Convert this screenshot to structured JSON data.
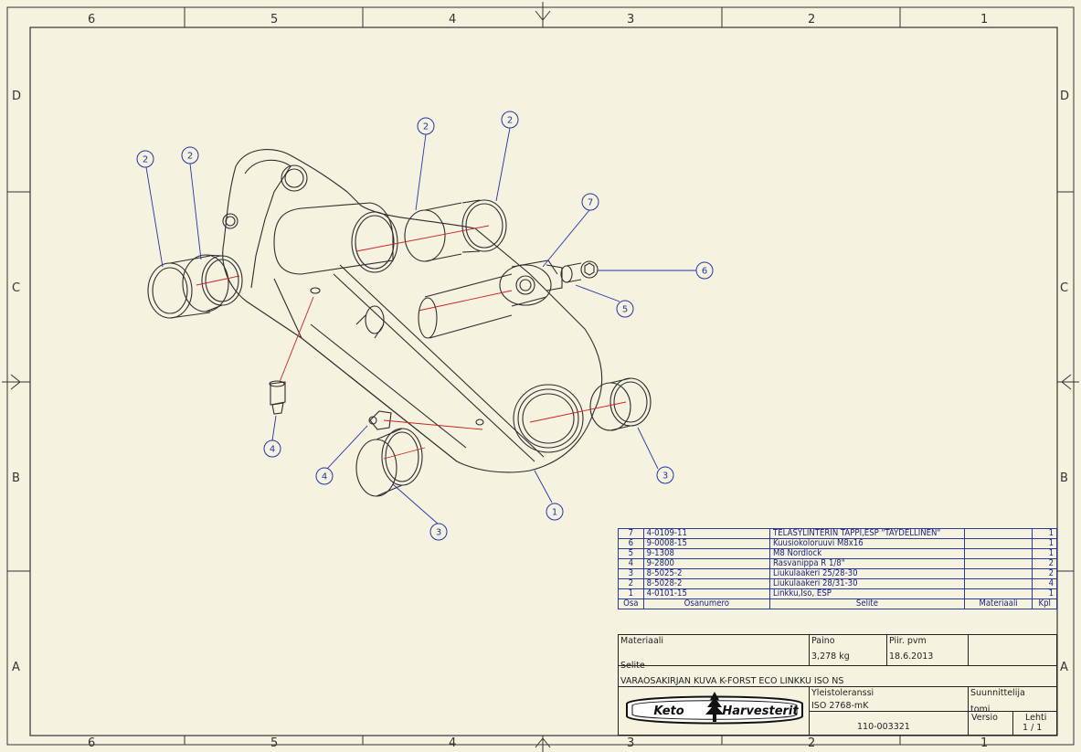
{
  "border": {
    "columns_top": [
      "6",
      "5",
      "4",
      "3",
      "2",
      "1"
    ],
    "columns_bottom": [
      "6",
      "5",
      "4",
      "3",
      "2",
      "1"
    ],
    "rows_left": [
      "D",
      "C",
      "B",
      "A"
    ],
    "rows_right": [
      "D",
      "C",
      "B",
      "A"
    ]
  },
  "drawing": {
    "balloons": [
      "2",
      "2",
      "2",
      "2",
      "7",
      "6",
      "5",
      "4",
      "4",
      "3",
      "3",
      "1"
    ],
    "line_color": "#2d2d2d",
    "leader_color": "#2233aa",
    "centerline_color": "#cc2222"
  },
  "parts_list": {
    "headers": {
      "osa": "Osa",
      "osanumero": "Osanumero",
      "selite": "Selite",
      "materiaali": "Materiaali",
      "kpl": "Kpl"
    },
    "rows": [
      {
        "osa": "7",
        "osanumero": "4-0109-11",
        "selite": "TELASYLINTERIN TAPPI,ESP \"TÄYDELLINEN\"",
        "materiaali": "",
        "kpl": "1"
      },
      {
        "osa": "6",
        "osanumero": "9-0008-15",
        "selite": "Kuusiokoloruuvi M8x16",
        "materiaali": "",
        "kpl": "1"
      },
      {
        "osa": "5",
        "osanumero": "9-1308",
        "selite": "M8 Nordlock",
        "materiaali": "",
        "kpl": "1"
      },
      {
        "osa": "4",
        "osanumero": "9-2800",
        "selite": "Rasvanippa R 1/8\"",
        "materiaali": "",
        "kpl": "2"
      },
      {
        "osa": "3",
        "osanumero": "8-5025-2",
        "selite": "Liukulaakeri 25/28-30",
        "materiaali": "",
        "kpl": "2"
      },
      {
        "osa": "2",
        "osanumero": "8-5028-2",
        "selite": "Liukulaakeri 28/31-30",
        "materiaali": "",
        "kpl": "4"
      },
      {
        "osa": "1",
        "osanumero": "4-0101-15",
        "selite": "Linkku,Iso, ESP",
        "materiaali": "",
        "kpl": "1"
      }
    ]
  },
  "title_block": {
    "materiaali_label": "Materiaali",
    "paino_label": "Paino",
    "paino_value": "3,278 kg",
    "piir_pvm_label": "Piir. pvm",
    "piir_pvm_value": "18.6.2013",
    "selite_label": "Selite",
    "selite_value": "VARAOSAKIRJAN KUVA K-FORST ECO LINKKU ISO NS",
    "yleistoleranssi_label": "Yleistoleranssi",
    "yleistoleranssi_value": "ISO 2768-mK",
    "suunnittelija_label": "Suunnittelija",
    "suunnittelija_value": "tomi",
    "drawing_number": "110-003321",
    "versio_label": "Versio",
    "lehti_label": "Lehti",
    "lehti_value": "1  /  1",
    "logo_text": "Keto Harvesterit"
  }
}
